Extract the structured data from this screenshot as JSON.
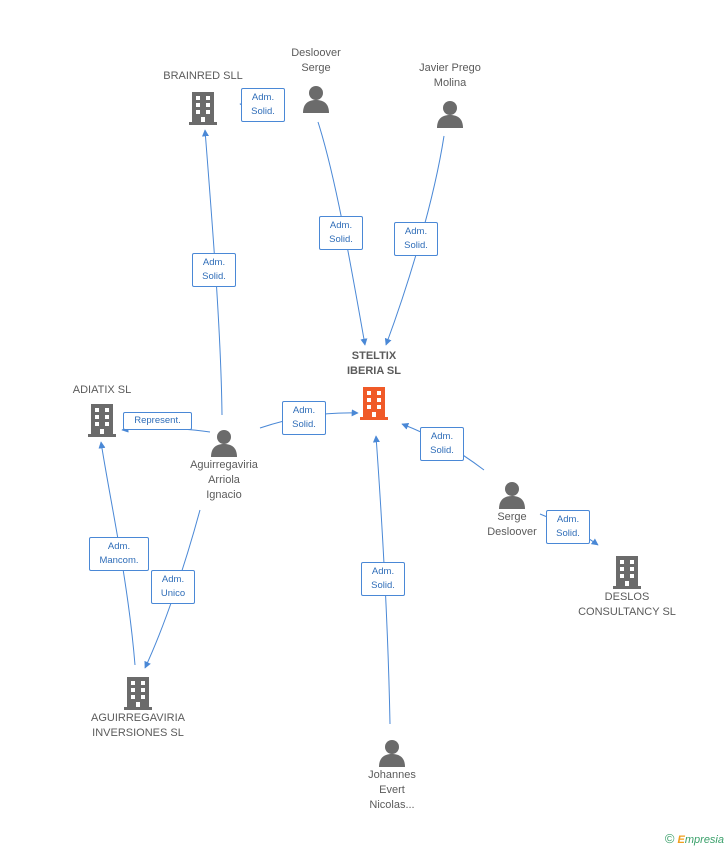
{
  "nodes": {
    "steltix": {
      "line1": "STELTIX",
      "line2": "IBERIA SL",
      "color": "#f05a28"
    },
    "brainred": {
      "label": "BRAINRED SLL"
    },
    "adiatix": {
      "label": "ADIATIX SL"
    },
    "aguirregaviria_inv": {
      "line1": "AGUIRREGAVIRIA",
      "line2": "INVERSIONES SL"
    },
    "deslos": {
      "line1": "DESLOS",
      "line2": "CONSULTANCY SL"
    },
    "desloover_serge": {
      "line1": "Desloover",
      "line2": "Serge"
    },
    "javier": {
      "line1": "Javier Prego",
      "line2": "Molina"
    },
    "aguirregaviria_person": {
      "line1": "Aguirregaviria",
      "line2": "Arriola",
      "line3": "Ignacio"
    },
    "serge_desloover": {
      "line1": "Serge",
      "line2": "Desloover"
    },
    "johannes": {
      "line1": "Johannes",
      "line2": "Evert",
      "line3": "Nicolas..."
    }
  },
  "badges": {
    "brainred_top": {
      "l1": "Adm.",
      "l2": "Solid."
    },
    "brainred_mid": {
      "l1": "Adm.",
      "l2": "Solid."
    },
    "desloover_steltix": {
      "l1": "Adm.",
      "l2": "Solid."
    },
    "javier_steltix": {
      "l1": "Adm.",
      "l2": "Solid."
    },
    "aguirre_steltix": {
      "l1": "Adm.",
      "l2": "Solid."
    },
    "adiatix_represent": {
      "l1": "Represent."
    },
    "serge_steltix": {
      "l1": "Adm.",
      "l2": "Solid."
    },
    "serge_deslos": {
      "l1": "Adm.",
      "l2": "Solid."
    },
    "mancom": {
      "l1": "Adm.",
      "l2": "Mancom."
    },
    "unico": {
      "l1": "Adm.",
      "l2": "Unico"
    },
    "johannes_steltix": {
      "l1": "Adm.",
      "l2": "Solid."
    }
  },
  "colors": {
    "edge": "#4a88d6",
    "icon": "#6b6b6b",
    "center": "#f05a28"
  },
  "credit": {
    "symbol": "©",
    "brand_e": "E",
    "brand_rest": "mpresia"
  }
}
